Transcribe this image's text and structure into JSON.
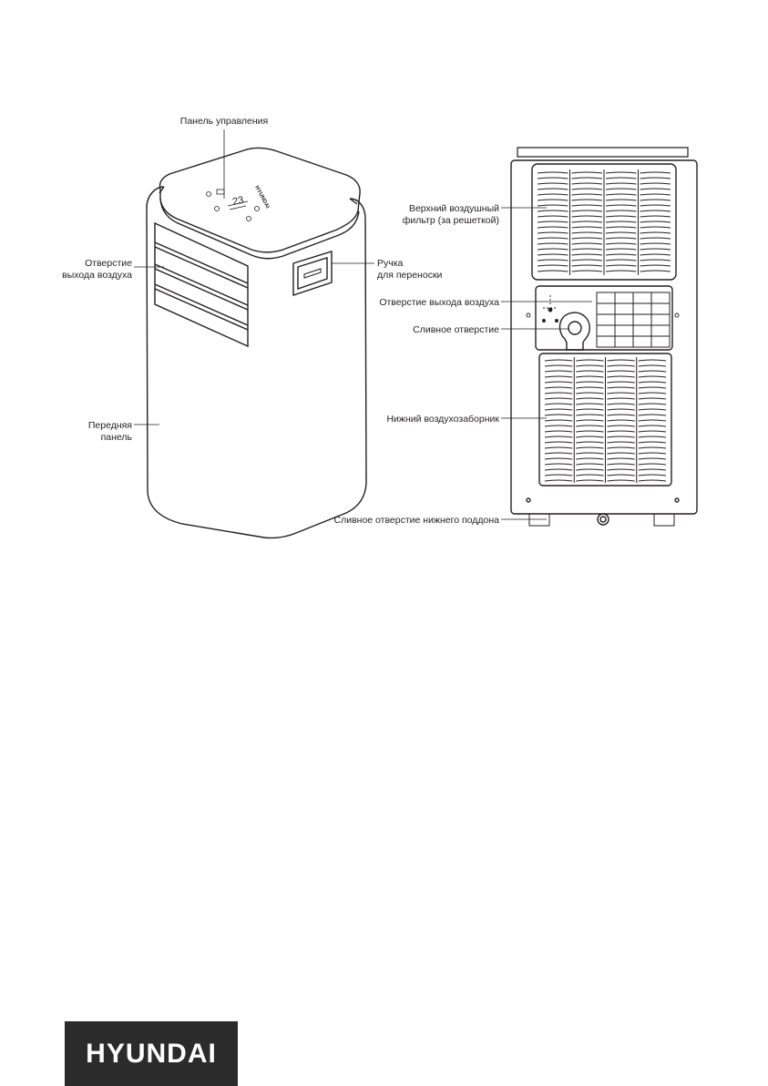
{
  "labels": {
    "control_panel": "Панель управления",
    "air_outlet_1": "Отверстие",
    "air_outlet_2": "выхода воздуха",
    "front_panel_1": "Передняя",
    "front_panel_2": "панель",
    "handle_1": "Ручка",
    "handle_2": "для переноски",
    "upper_filter_1": "Верхний воздушный",
    "upper_filter_2": "фильтр (за решеткой)",
    "rear_air_outlet": "Отверстие выхода воздуха",
    "drain_hole": "Сливное отверстие",
    "lower_intake": "Нижний воздухозаборник",
    "bottom_tray_drain": "Сливное отверстие нижнего поддона"
  },
  "device_brand": "HYUNDAI",
  "display_reading": "23",
  "logo_text": "HYUNDAI",
  "colors": {
    "ink": "#231f20",
    "logo_bg": "#2b2b2b",
    "logo_text": "#ffffff"
  }
}
